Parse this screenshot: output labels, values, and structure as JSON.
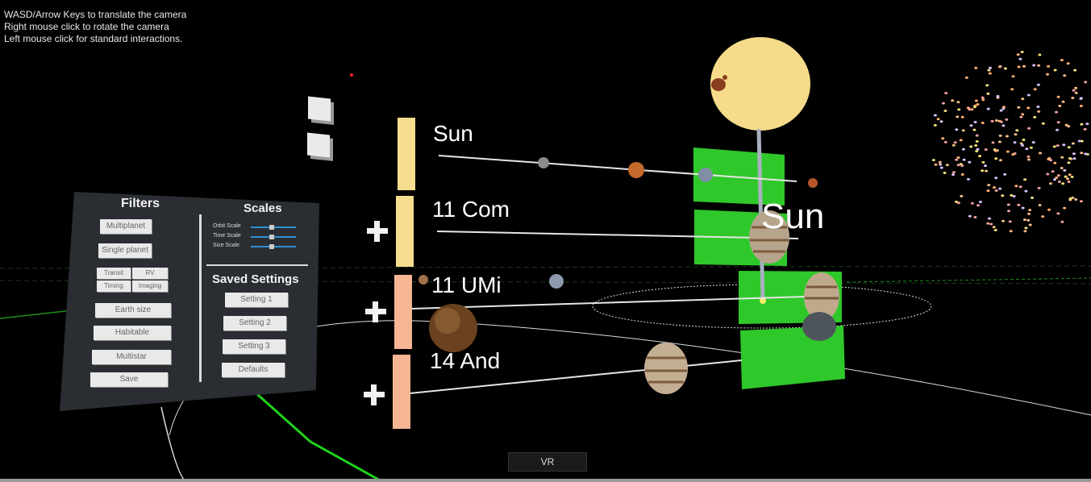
{
  "instructions": [
    "WASD/Arrow Keys to translate the camera",
    "Right mouse click to rotate the camera",
    "Left mouse click for standard interactions."
  ],
  "panel": {
    "filters_title": "Filters",
    "scales_title": "Scales",
    "saved_title": "Saved Settings",
    "filter_buttons": {
      "multiplanet": "Multiplanet",
      "single_planet": "Single planet",
      "transit": "Transit",
      "rv": "RV",
      "timing": "Timing",
      "imaging": "Imaging",
      "earth_size": "Earth size",
      "habitable": "Habitable",
      "multistar": "Multistar",
      "save": "Save"
    },
    "sliders": {
      "orbit": "Orbit Scale",
      "time": "Time Scale",
      "size": "Size Scale"
    },
    "settings_buttons": {
      "setting1": "Setting 1",
      "setting2": "Setting 2",
      "setting3": "Setting 3",
      "defaults": "Defaults"
    }
  },
  "systems": [
    {
      "name": "Sun",
      "bar_color": "#f7dd8f"
    },
    {
      "name": "11 Com",
      "bar_color": "#f7dd8f"
    },
    {
      "name": "11 UMi",
      "bar_color": "#f6b693"
    },
    {
      "name": "14 And",
      "bar_color": "#f6b693"
    }
  ],
  "star_label": "Sun",
  "vr_button": "VR",
  "colors": {
    "green_panel": "#2fc82a",
    "sun": "#f6dc8a",
    "orbit_line": "#e6e6e6",
    "path_green": "#1fd21a"
  }
}
